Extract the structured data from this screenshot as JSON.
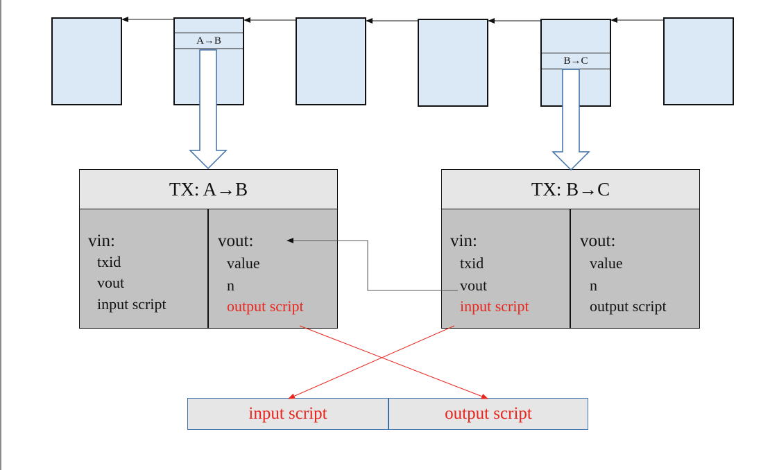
{
  "blockchain": {
    "block_a_label": "A→B",
    "block_b_label": "B→C"
  },
  "tx_ab": {
    "title": "TX: A→B",
    "vin_header": "vin:",
    "vin_fields": [
      "txid",
      "vout",
      "input script"
    ],
    "vout_header": "vout:",
    "vout_fields": [
      "value",
      "n",
      "output script"
    ]
  },
  "tx_bc": {
    "title": "TX: B→C",
    "vin_header": "vin:",
    "vin_fields": [
      "txid",
      "vout",
      "input script"
    ],
    "vout_header": "vout:",
    "vout_fields": [
      "value",
      "n",
      "output script"
    ]
  },
  "script_bar": {
    "left_label": "input script",
    "right_label": "output script"
  },
  "colors": {
    "block_fill": "#dbe8f5",
    "highlight_red": "#e8261e",
    "bar_border": "#3d6ea8",
    "arrow_outline": "#3d6ea8"
  }
}
